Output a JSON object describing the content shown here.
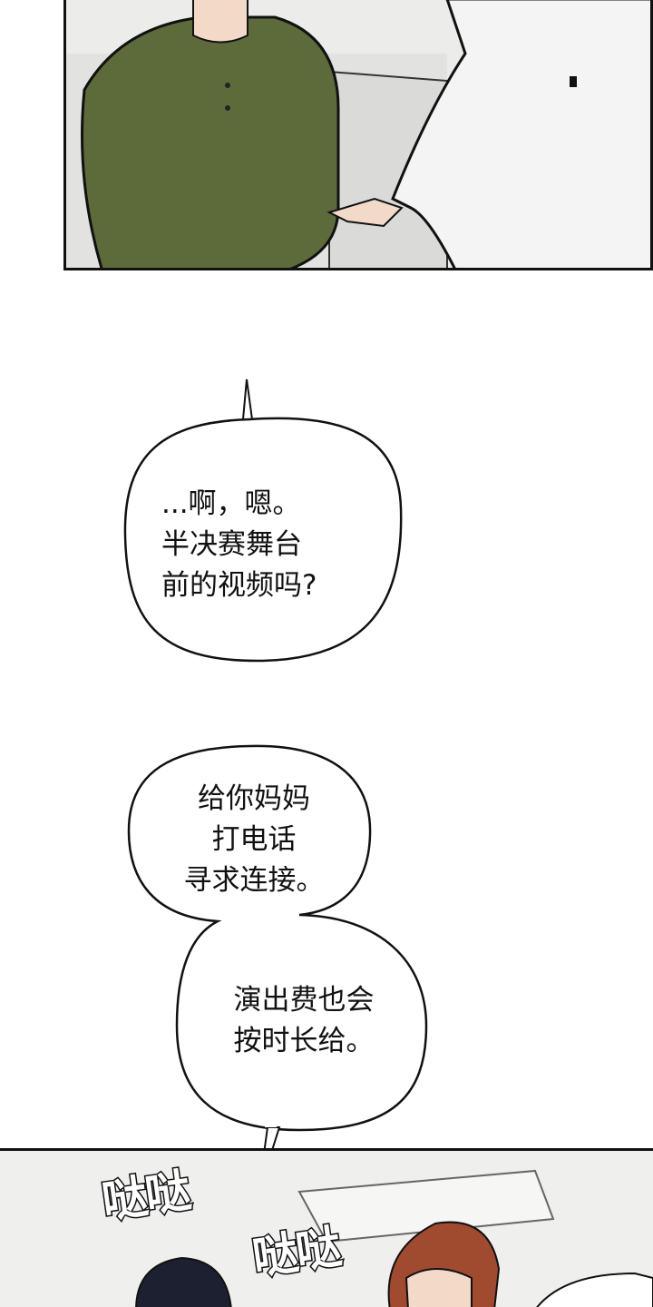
{
  "bubbles": [
    {
      "lines": [
        "...啊，嗯。",
        "半决赛舞台",
        "前的视频吗?"
      ]
    },
    {
      "lines": [
        "给你妈妈",
        "打电话",
        "寻求连接。"
      ]
    },
    {
      "lines": [
        "演出费也会",
        "按时长给。"
      ]
    }
  ],
  "sfx": [
    "哒哒",
    "哒哒"
  ],
  "colors": {
    "shirt": "#5d6b3a",
    "panel_bg": "#ececea",
    "hair_red": "#a04a30"
  }
}
